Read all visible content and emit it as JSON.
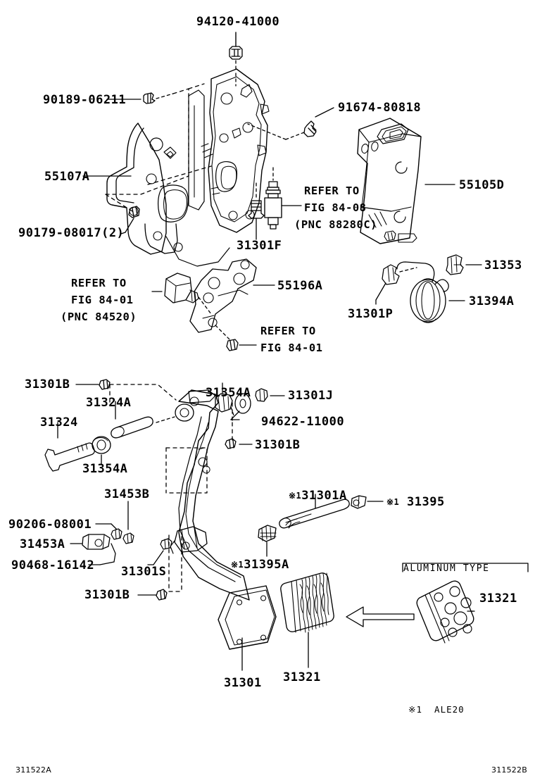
{
  "diagram": {
    "title": "Toyota brake pedal and bracket parts diagram",
    "ink": "#000000",
    "background": "#ffffff"
  },
  "footer": {
    "left_code": "311522A",
    "right_code": "311522B"
  },
  "notes": {
    "aluminum_type": "ALUMINUM TYPE",
    "footnote": "※1  ALE20"
  },
  "labels": {
    "pedal_stopper_nut": "94120-41000",
    "clip_90189": "90189-06211",
    "support_55107a": "55107A",
    "bolt_90179": "90179-08017(2)",
    "screw_91674": "91674-80818",
    "cover_55105d": "55105D",
    "switch_31301f": "31301F",
    "refer_8408_l1": "REFER TO",
    "refer_8408_l2": "FIG 84-08",
    "refer_8408_l3": "(PNC 88280C)",
    "refer_8401_l1": "REFER TO",
    "refer_8401_l2": "FIG 84-01",
    "refer_8401_l3": "(PNC 84520)",
    "bracket_55196a": "55196A",
    "refer_8401b_l1": "REFER TO",
    "refer_8401b_l2": "FIG 84-01",
    "clip_31301p": "31301P",
    "clip_31353": "31353",
    "spring_31394a": "31394A",
    "nut_31301b_top": "31301B",
    "bush_31324a": "31324A",
    "bolt_31324": "31324",
    "washer_31354a_left": "31354A",
    "collar_31354a_top": "31354A",
    "nut_31301j": "31301J",
    "washer_94622": "94622-11000",
    "nut_31301b_right": "31301B",
    "pin_31453b": "31453B",
    "bolt_90206": "90206-08001",
    "clevis_31453a": "31453A",
    "clip_90468": "90468-16142",
    "nut_31301s": "31301S",
    "nut_31301b_bottom": "31301B",
    "rod_31301a": "31301A",
    "clip_31395": "31395",
    "clip_31395a": "31395A",
    "pedal_31301": "31301",
    "pad_31321": "31321",
    "pad_31321_alum": "31321",
    "mark1": "※1"
  }
}
